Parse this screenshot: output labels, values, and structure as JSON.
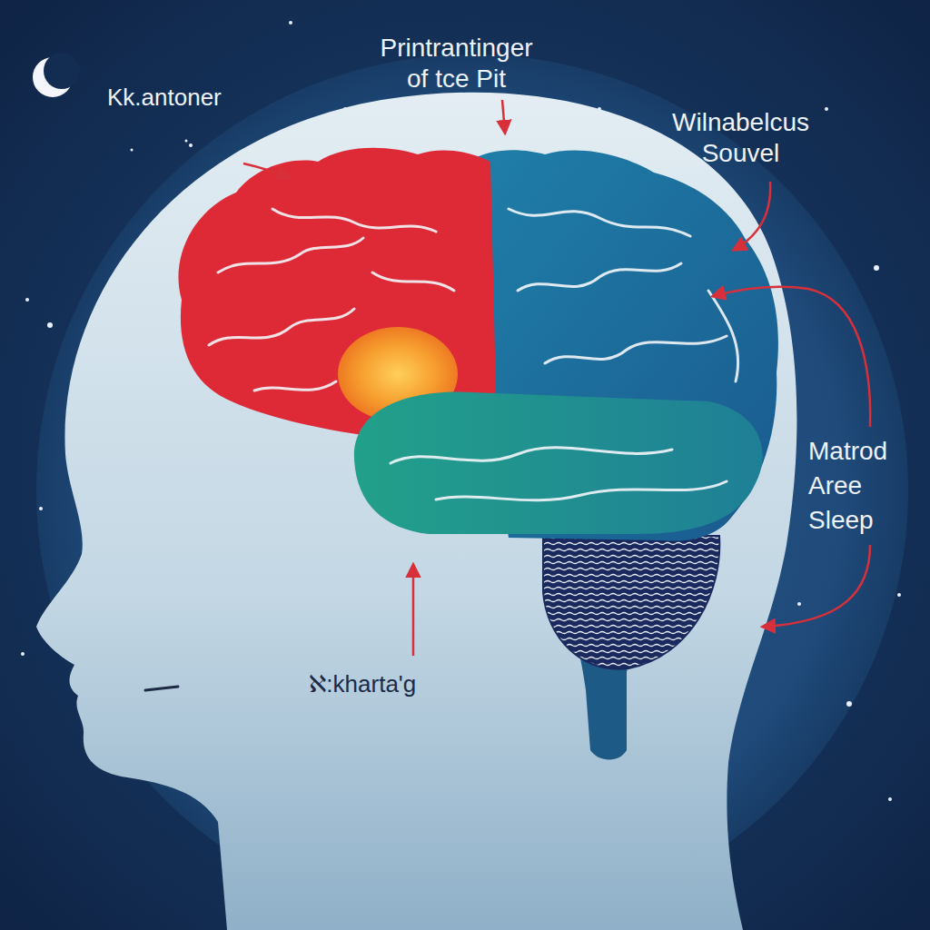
{
  "diagram": {
    "labels": [
      "Kk.antoner",
      "Printrantinger of tce Pit",
      "Wilnabelcus Souvel",
      "Matrod Aree Sleep",
      "ℵ:kharta'g"
    ]
  }
}
